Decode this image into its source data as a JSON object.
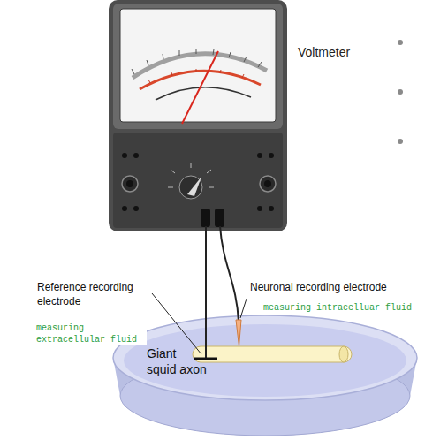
{
  "diagram": {
    "labels": [
      "Voltmeter",
      "Reference recording electrode",
      "Neuronal recording electrode",
      "measuring intracelluar fluid",
      "measuring extracellular fluid",
      "Giant squid axon"
    ]
  }
}
